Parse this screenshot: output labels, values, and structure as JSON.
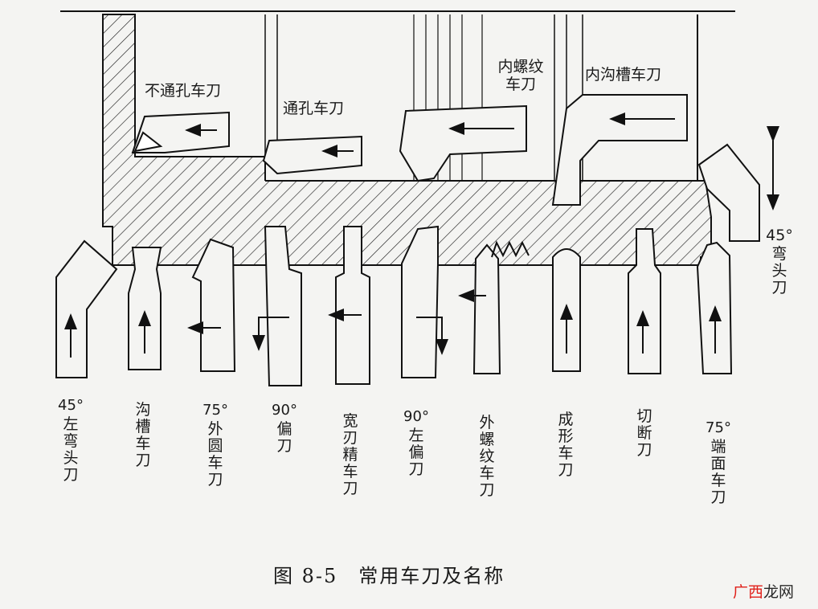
{
  "top_labels": {
    "blind_hole": "不通孔车刀",
    "through_hole": "通孔车刀",
    "internal_thread": "内螺纹\n车刀",
    "internal_groove": "内沟槽车刀"
  },
  "right_label": {
    "angle": "45°",
    "name": "弯\n头\n刀"
  },
  "bottom_labels": [
    {
      "angle": "45°",
      "name": "左\n弯\n头\n刀"
    },
    {
      "angle": "",
      "name": "沟\n槽\n车\n刀"
    },
    {
      "angle": "75°",
      "name": "外\n圆\n车\n刀"
    },
    {
      "angle": "90°",
      "name": "偏\n刀"
    },
    {
      "angle": "",
      "name": "宽\n刃\n精\n车\n刀"
    },
    {
      "angle": "90°",
      "name": "左\n偏\n刀"
    },
    {
      "angle": "",
      "name": "外\n螺\n纹\n车\n刀"
    },
    {
      "angle": "",
      "name": "成\n形\n车\n刀"
    },
    {
      "angle": "",
      "name": "切\n断\n刀"
    },
    {
      "angle": "75°",
      "name": "端\n面\n车\n刀"
    }
  ],
  "caption": {
    "number": "图 8-5",
    "title": "常用车刀及名称"
  },
  "watermark": {
    "red": "广西",
    "dark": "龙网"
  }
}
